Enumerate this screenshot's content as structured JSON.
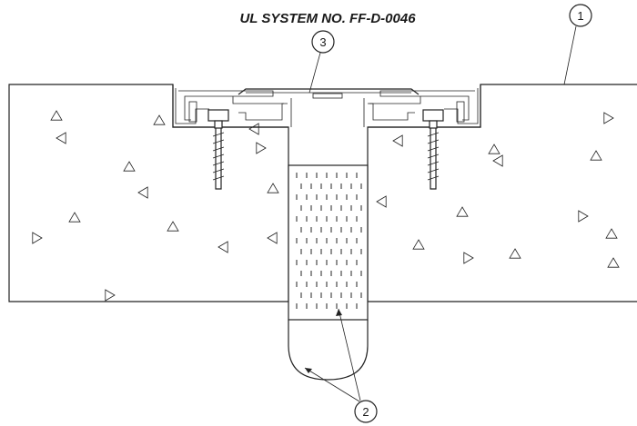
{
  "title": "UL SYSTEM NO. FF-D-0046",
  "callouts": [
    "1",
    "2",
    "3"
  ]
}
